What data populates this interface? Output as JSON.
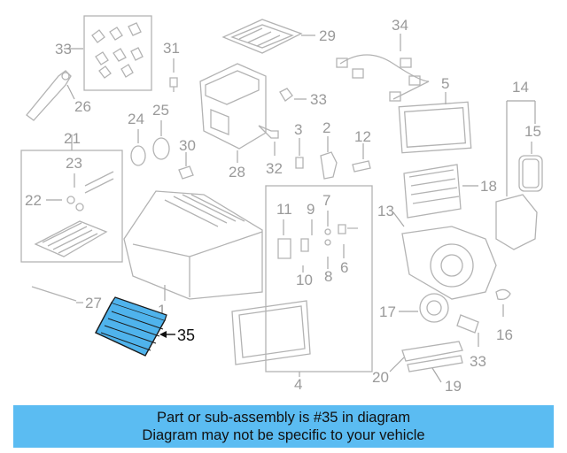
{
  "diagram": {
    "highlight_color": "#4fb3ec",
    "highlighted_part": "35",
    "callouts": [
      "1",
      "2",
      "3",
      "4",
      "5",
      "6",
      "7",
      "8",
      "9",
      "10",
      "11",
      "12",
      "13",
      "14",
      "15",
      "16",
      "17",
      "18",
      "19",
      "20",
      "21",
      "22",
      "23",
      "24",
      "25",
      "26",
      "27",
      "28",
      "29",
      "30",
      "31",
      "32",
      "33",
      "34",
      "35"
    ],
    "callout_33_repeats": 3
  },
  "banner": {
    "line1": "Part or sub-assembly is #35 in diagram",
    "line2": "Diagram may not be specific to your vehicle",
    "background": "#5bbcf2"
  }
}
